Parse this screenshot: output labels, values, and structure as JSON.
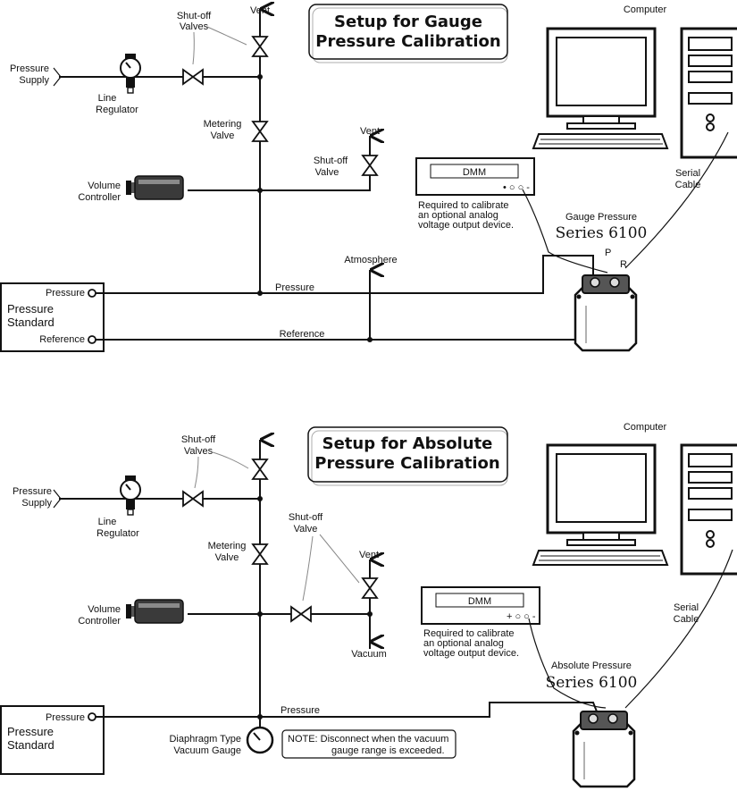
{
  "gauge": {
    "title_line1": "Setup for Gauge",
    "title_line2": "Pressure Calibration",
    "computer": "Computer",
    "vent_top": "Vent",
    "shutoff_valves_1": "Shut-off",
    "shutoff_valves_2": "Valves",
    "pressure_supply_1": "Pressure",
    "pressure_supply_2": "Supply",
    "line_regulator_1": "Line",
    "line_regulator_2": "Regulator",
    "metering_valve_1": "Metering",
    "metering_valve_2": "Valve",
    "vent_right": "Vent",
    "shutoff_valve_1": "Shut-off",
    "shutoff_valve_2": "Valve",
    "volume_controller_1": "Volume",
    "volume_controller_2": "Controller",
    "dmm": "DMM",
    "required_1": "Required to calibrate",
    "required_2": "an optional analog",
    "required_3": "voltage output device.",
    "serial_cable_1": "Serial",
    "serial_cable_2": "Cable",
    "device_label": "Gauge Pressure",
    "series": "Series 6100",
    "atmosphere": "Atmosphere",
    "pressure_port": "Pressure",
    "pressure_line": "Pressure",
    "standard_1": "Pressure",
    "standard_2": "Standard",
    "reference_port": "Reference",
    "reference_line": "Reference",
    "port_p": "P",
    "port_r": "R"
  },
  "absolute": {
    "title_line1": "Setup for Absolute",
    "title_line2": "Pressure Calibration",
    "computer": "Computer",
    "shutoff_valves_1": "Shut-off",
    "shutoff_valves_2": "Valves",
    "pressure_supply_1": "Pressure",
    "pressure_supply_2": "Supply",
    "line_regulator_1": "Line",
    "line_regulator_2": "Regulator",
    "metering_valve_1": "Metering",
    "metering_valve_2": "Valve",
    "shutoff_valve_1": "Shut-off",
    "shutoff_valve_2": "Valve",
    "vent": "Vent",
    "volume_controller_1": "Volume",
    "volume_controller_2": "Controller",
    "vacuum": "Vacuum",
    "dmm": "DMM",
    "required_1": "Required to calibrate",
    "required_2": "an optional analog",
    "required_3": "voltage output device.",
    "serial_cable_1": "Serial",
    "serial_cable_2": "Cable",
    "device_label": "Absolute Pressure",
    "series": "Series 6100",
    "pressure_port": "Pressure",
    "pressure_line": "Pressure",
    "standard_1": "Pressure",
    "standard_2": "Standard",
    "diaphragm_1": "Diaphragm Type",
    "diaphragm_2": "Vacuum Gauge",
    "note_1": "NOTE:  Disconnect when the vacuum",
    "note_2": "gauge range is exceeded."
  }
}
